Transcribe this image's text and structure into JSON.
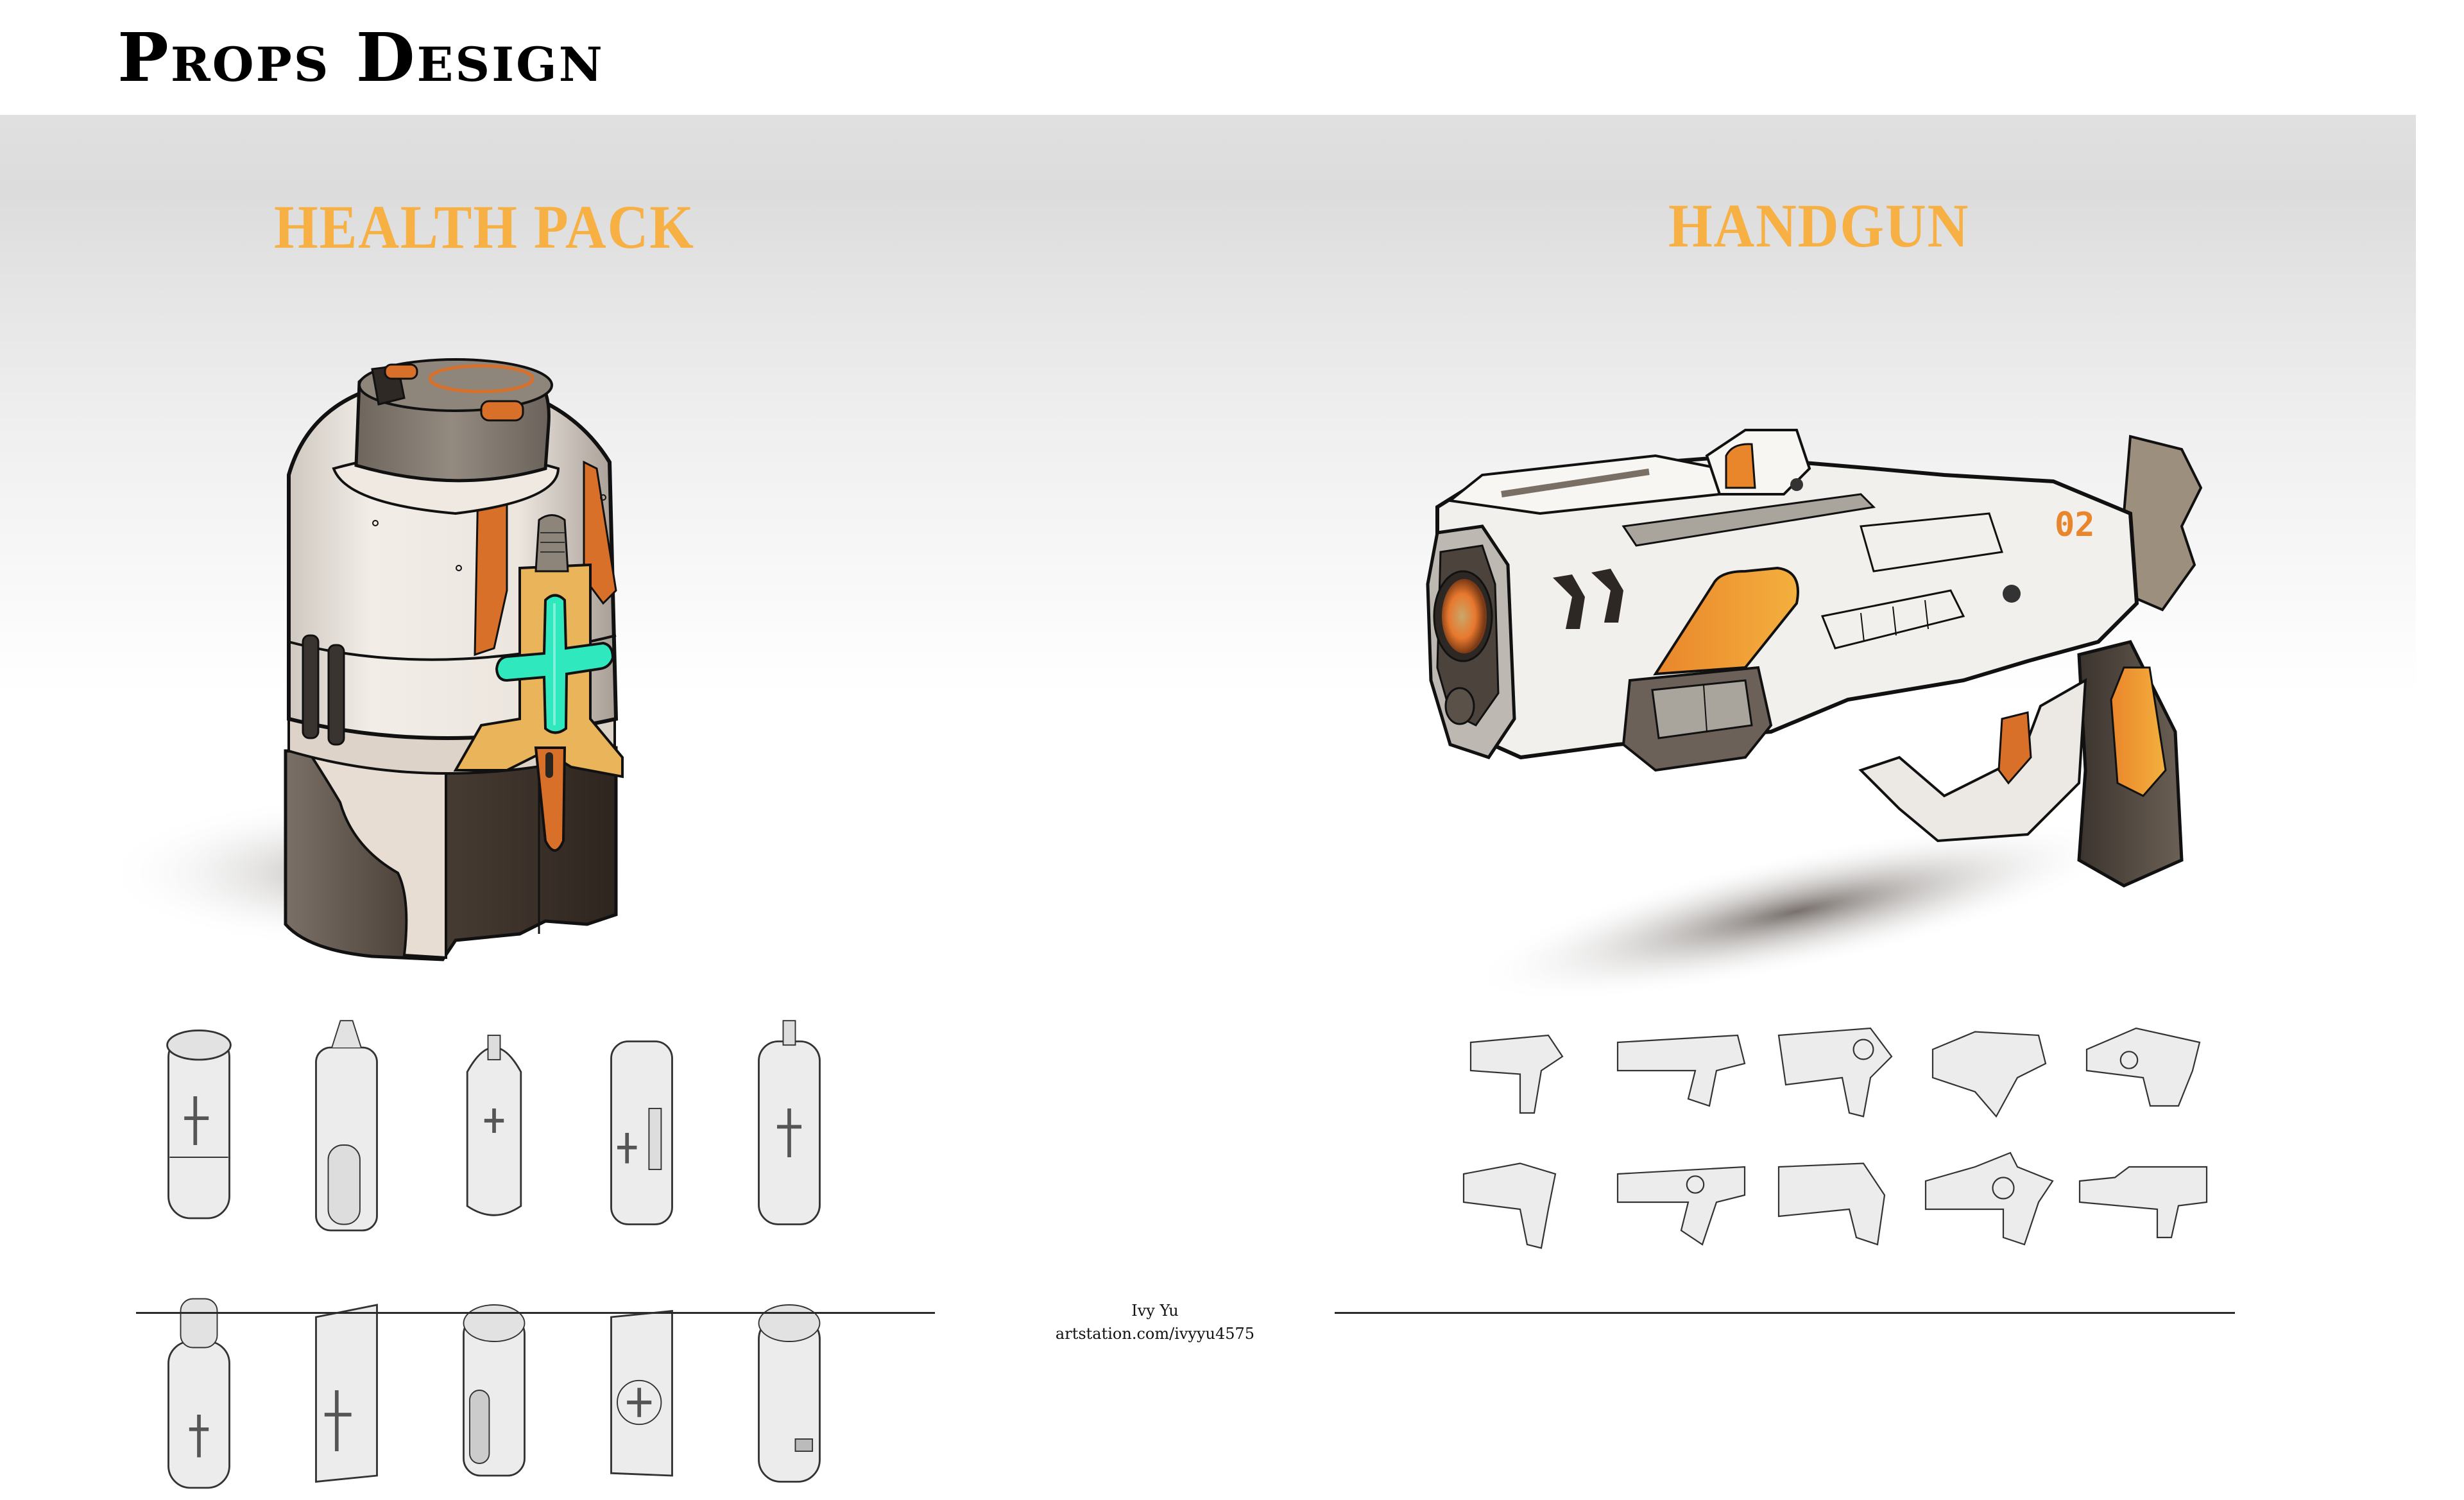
{
  "page": {
    "title": "Props Design"
  },
  "sections": [
    {
      "heading": "HEALTH PACK",
      "main_art": "health-pack-concept",
      "thumbnail_count": 10,
      "colors": {
        "shell": "#ECE6DF",
        "base": "#4A3F36",
        "accent_orange": "#D8702A",
        "accent_yellow": "#E9B45A",
        "cross": "#2FE8BE",
        "cap": "#8C8176"
      }
    },
    {
      "heading": "HANDGUN",
      "main_art": "handgun-concept",
      "marking": "02",
      "thumbnail_count": 10,
      "colors": {
        "body": "#F2F0EC",
        "grip": "#5A4F44",
        "accent_orange": "#E9862B",
        "lens": "#E8782E",
        "panel_gray": "#A9A49C"
      }
    }
  ],
  "theme": {
    "heading_color": "#F7B043",
    "panel_gradient_top": "#E0E0E0",
    "panel_gradient_bottom": "#FFFFFF"
  },
  "footer": {
    "author": "Ivy Yu",
    "url": "artstation.com/ivyyu4575"
  }
}
